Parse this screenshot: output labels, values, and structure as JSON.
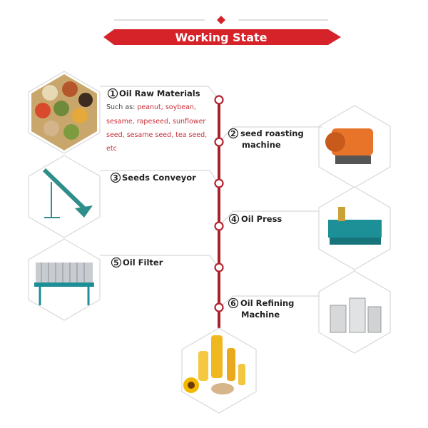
{
  "header": {
    "title": "Working State"
  },
  "colors": {
    "accent": "#d6232a",
    "line": "#a8202a"
  },
  "steps": [
    {
      "num": "1",
      "label": "Oil Raw Materials",
      "prefix": "Such as: ",
      "lines": [
        "peanut, soybean,",
        "sesame, rapeseed, sunflower",
        "seed, sesame seed, tea seed,",
        "etc"
      ]
    },
    {
      "num": "2",
      "label": "seed roasting",
      "label2": "machine"
    },
    {
      "num": "3",
      "label": "Seeds Conveyor"
    },
    {
      "num": "4",
      "label": "Oil Press"
    },
    {
      "num": "5",
      "label": "Oil Filter"
    },
    {
      "num": "6",
      "label": "Oil Refining",
      "label2": "Machine"
    }
  ]
}
